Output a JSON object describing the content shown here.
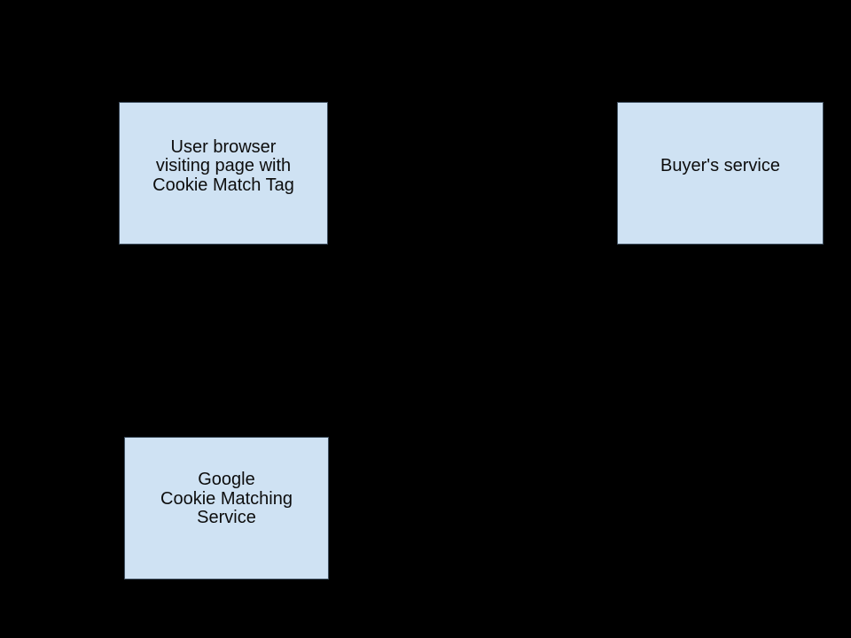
{
  "diagram": {
    "background_color": "#000000",
    "node_fill_color": "#cfe2f3",
    "node_border_color": "#3e4e5e",
    "node_text_color": "#0d0d0d",
    "nodes": [
      {
        "id": "user-browser",
        "lines": [
          "User browser",
          "visiting page with",
          "Cookie Match Tag"
        ]
      },
      {
        "id": "buyers-service",
        "lines": [
          "Buyer's service"
        ]
      },
      {
        "id": "google-cookie-matching-service",
        "lines": [
          "Google",
          "Cookie Matching",
          "Service"
        ]
      }
    ]
  }
}
